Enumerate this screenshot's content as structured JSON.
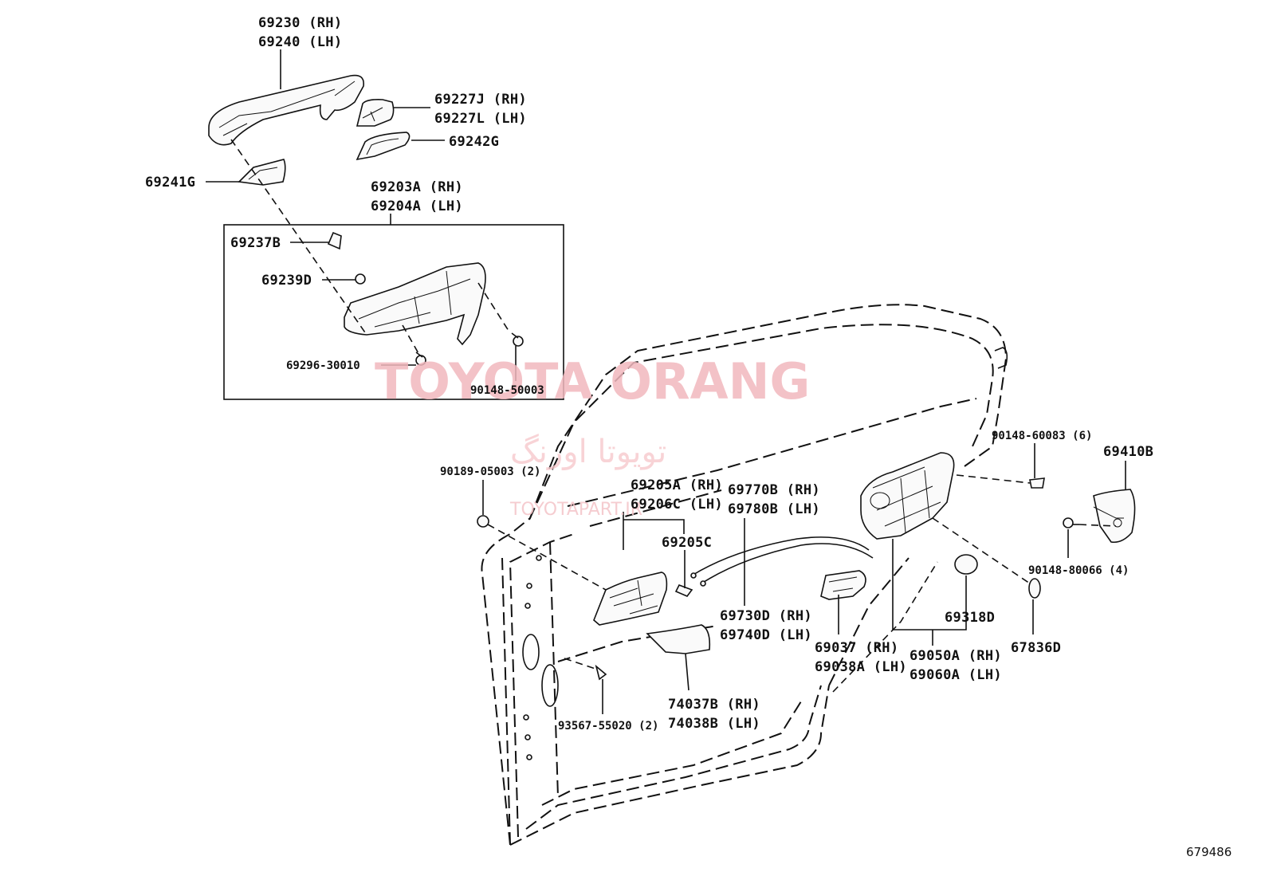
{
  "labels": {
    "handle_cover": [
      "69230 (RH)",
      "69240 (LH)"
    ],
    "handle_cap": [
      "69227J (RH)",
      "69227L (LH)"
    ],
    "pad_g": "69242G",
    "pad_frame": "69241G",
    "handle_frame": [
      "69203A (RH)",
      "69204A (LH)"
    ],
    "p69237b": "69237B",
    "p69239d": "69239D",
    "screw_69296": "69296-30010",
    "screw_90148_50003": "90148-50003",
    "clip_90189": "90189-05003 (2)",
    "inside_handle": [
      "69205A (RH)",
      "69206C (LH)"
    ],
    "cable_upper": [
      "69770B (RH)",
      "69780B (LH)"
    ],
    "p69205c": "69205C",
    "cable_lower": [
      "69730D (RH)",
      "69740D (LH)"
    ],
    "lock_bracket": [
      "69037 (RH)",
      "69038A (LH)"
    ],
    "lock_assy": [
      "69050A (RH)",
      "69060A (LH)"
    ],
    "grommet": "69318D",
    "seal": "67836D",
    "screw_60083": "90148-60083 (6)",
    "striker": "69410B",
    "screw_80066": "90148-80066 (4)",
    "bezel": [
      "74037B (RH)",
      "74038B (LH)"
    ],
    "screw_93567": "93567-55020 (2)"
  },
  "watermark": {
    "main": "TOYOTA ORANG",
    "persian": "تویوتا اورنگ",
    "site": "TOYOTAPART.IR"
  },
  "figure_number": "679486"
}
